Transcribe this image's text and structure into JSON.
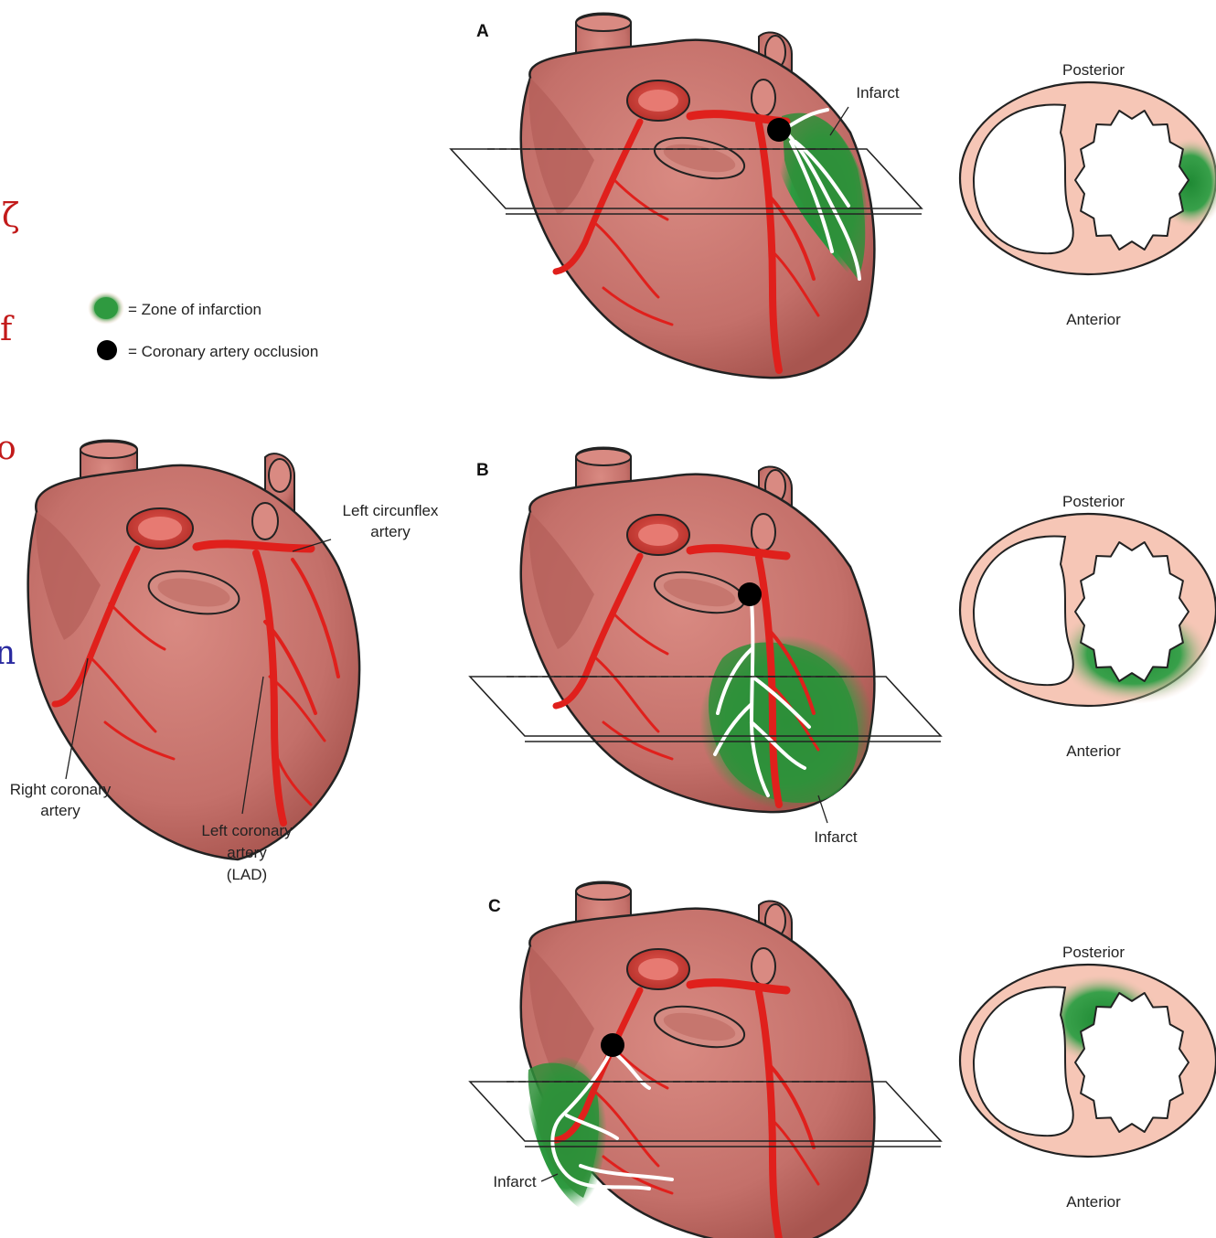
{
  "colors": {
    "heart": "#c4706a",
    "heart_dark": "#9c4a45",
    "artery": "#e0201c",
    "infarct": "#2f8f3a",
    "occlusion": "#000000",
    "section_fill": "#f6c6b6",
    "edge_red": "#c21a1a",
    "edge_blue": "#2a2aa0"
  },
  "edge_text": {
    "frag1": "ζ",
    "frag2": "f",
    "frag3": "o",
    "frag4": "n"
  },
  "legend": {
    "infarct_label": "= Zone of infarction",
    "occlusion_label": "= Coronary artery occlusion"
  },
  "main_heart": {
    "left_circumflex": "Left circunflex\nartery",
    "left_circumflex_l1": "Left circunflex",
    "left_circumflex_l2": "artery",
    "right_coronary_l1": "Right coronary",
    "right_coronary_l2": "artery",
    "left_coronary_l1": "Left coronary",
    "left_coronary_l2": "artery",
    "left_coronary_l3": "(LAD)"
  },
  "panels": [
    {
      "letter": "A",
      "infarct_label": "Infarct",
      "posterior": "Posterior",
      "anterior": "Anterior"
    },
    {
      "letter": "B",
      "infarct_label": "Infarct",
      "posterior": "Posterior",
      "anterior": "Anterior"
    },
    {
      "letter": "C",
      "infarct_label": "Infarct",
      "posterior": "Posterior",
      "anterior": "Anterior"
    }
  ]
}
